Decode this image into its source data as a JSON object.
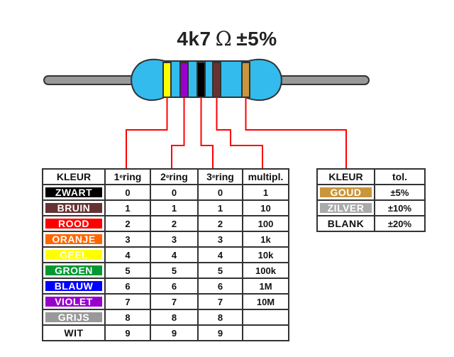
{
  "title": {
    "value": "4k7",
    "unit": "Ω",
    "tolerance": "±5%"
  },
  "resistor": {
    "body_color": "#33bbee",
    "lead_color": "#999999",
    "bands": [
      {
        "name": "geel",
        "color": "#ffff00"
      },
      {
        "name": "violet",
        "color": "#9900cc"
      },
      {
        "name": "zwart",
        "color": "#000000"
      },
      {
        "name": "bruin",
        "color": "#663333"
      },
      {
        "name": "goud",
        "color": "#c9963b"
      }
    ]
  },
  "main_table": {
    "headers": [
      {
        "pre": "KLEUR",
        "sup": "",
        "post": ""
      },
      {
        "pre": "1",
        "sup": "e",
        "post": " ring"
      },
      {
        "pre": "2",
        "sup": "e",
        "post": " ring"
      },
      {
        "pre": "3",
        "sup": "e",
        "post": " ring"
      },
      {
        "pre": "multipl.",
        "sup": "",
        "post": ""
      }
    ],
    "rows": [
      {
        "label": "ZWART",
        "bg": "#000000",
        "fg": "#ffffff",
        "r1": "0",
        "r2": "0",
        "r3": "0",
        "mult": "1"
      },
      {
        "label": "BRUIN",
        "bg": "#663333",
        "fg": "#ffffff",
        "r1": "1",
        "r2": "1",
        "r3": "1",
        "mult": "10"
      },
      {
        "label": "ROOD",
        "bg": "#ff0000",
        "fg": "#ffffff",
        "r1": "2",
        "r2": "2",
        "r3": "2",
        "mult": "100"
      },
      {
        "label": "ORANJE",
        "bg": "#ff6600",
        "fg": "#ffffff",
        "r1": "3",
        "r2": "3",
        "r3": "3",
        "mult": "1k"
      },
      {
        "label": "GEEL",
        "bg": "#ffff00",
        "fg": "#ffffff",
        "r1": "4",
        "r2": "4",
        "r3": "4",
        "mult": "10k"
      },
      {
        "label": "GROEN",
        "bg": "#009933",
        "fg": "#ffffff",
        "r1": "5",
        "r2": "5",
        "r3": "5",
        "mult": "100k"
      },
      {
        "label": "BLAUW",
        "bg": "#0000ff",
        "fg": "#ffffff",
        "r1": "6",
        "r2": "6",
        "r3": "6",
        "mult": "1M"
      },
      {
        "label": "VIOLET",
        "bg": "#9900cc",
        "fg": "#ffffff",
        "r1": "7",
        "r2": "7",
        "r3": "7",
        "mult": "10M"
      },
      {
        "label": "GRIJS",
        "bg": "#999999",
        "fg": "#ffffff",
        "r1": "8",
        "r2": "8",
        "r3": "8",
        "mult": ""
      },
      {
        "label": "WIT",
        "bg": "#ffffff",
        "fg": "#111111",
        "r1": "9",
        "r2": "9",
        "r3": "9",
        "mult": ""
      }
    ]
  },
  "tol_table": {
    "headers": [
      "KLEUR",
      "tol."
    ],
    "rows": [
      {
        "label": "GOUD",
        "bg": "#c9963b",
        "fg": "#ffffff",
        "tol": "±5%"
      },
      {
        "label": "ZILVER",
        "bg": "#aaaaaa",
        "fg": "#ffffff",
        "tol": "±10%"
      },
      {
        "label": "BLANK",
        "bg": "#ffffff",
        "fg": "#111111",
        "tol": "±20%"
      }
    ]
  },
  "connector_color": "#ff0000"
}
